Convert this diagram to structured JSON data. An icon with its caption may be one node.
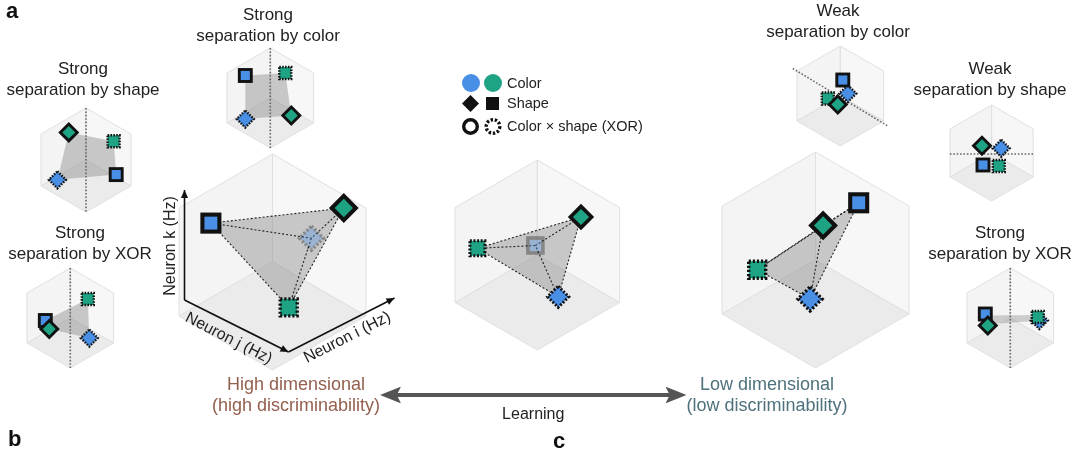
{
  "diagram": {
    "nodes": [
      {
        "text": [
          "Strong separation by shape"
        ]
      },
      {
        "text": [
          "Strong separation by color"
        ]
      },
      {
        "text": [
          "Strong separation by XOR"
        ]
      },
      {
        "text": [
          "High dimensional (high discriminability)"
        ]
      },
      {
        "text": [
          "Low dimensional (low discriminability)"
        ]
      },
      {
        "text": [
          "Weak separation by color"
        ]
      },
      {
        "text": [
          "Weak separation by shape"
        ]
      },
      {
        "text": [
          "Strong separation by XOR"
        ]
      }
    ],
    "edges": [
      {
        "from": 3,
        "to": 4,
        "arrow": "both",
        "label": "Learning"
      }
    ],
    "labels": [
      "a",
      "Neuron k (Hz)",
      "Neuron j (Hz)",
      "Neuron i (Hz)",
      "b",
      "c"
    ],
    "legend": [
      {
        "text": "Color"
      },
      {
        "text": "Shape"
      },
      {
        "text": "Color × shape (XOR)"
      }
    ]
  }
}
